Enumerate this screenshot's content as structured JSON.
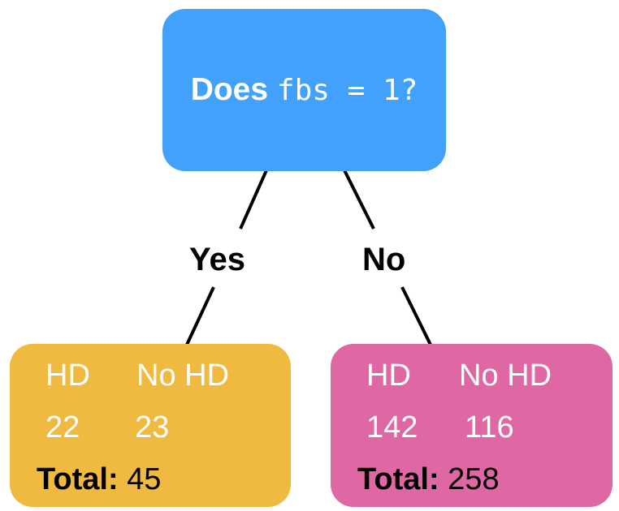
{
  "root": {
    "prefix": "Does",
    "code": "fbs = 1?",
    "color": "#42a1fa"
  },
  "branches": {
    "yes_label": "Yes",
    "no_label": "No"
  },
  "leaves": [
    {
      "color": "#efba3f",
      "col1_header": "HD",
      "col2_header": "No HD",
      "col1_value": "22",
      "col2_value": "23",
      "total_label": "Total:",
      "total_value": "45"
    },
    {
      "color": "#df68a4",
      "col1_header": "HD",
      "col2_header": "No HD",
      "col1_value": "142",
      "col2_value": "116",
      "total_label": "Total:",
      "total_value": "258"
    }
  ]
}
